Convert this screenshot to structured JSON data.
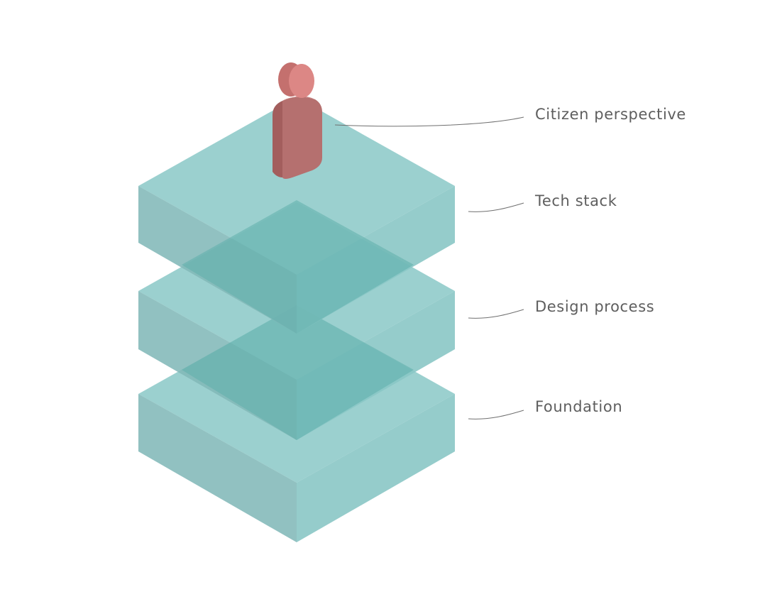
{
  "diagram": {
    "layers": [
      {
        "id": "citizen",
        "label": "Citizen perspective"
      },
      {
        "id": "tech",
        "label": "Tech stack"
      },
      {
        "id": "design",
        "label": "Design process"
      },
      {
        "id": "foundation",
        "label": "Foundation"
      }
    ],
    "colors": {
      "slab_top": "#93cccb",
      "slab_left": "#82b8b8",
      "slab_right": "#8ac6c5",
      "slab_overlap": "#5faeab",
      "figure_front": "#b5706f",
      "figure_side": "#a35e5d",
      "figure_head": "#dc8785",
      "label_text": "#5e5e5e",
      "leader_line": "#6f6f6f"
    },
    "icons": [
      "person-figure-icon"
    ]
  }
}
